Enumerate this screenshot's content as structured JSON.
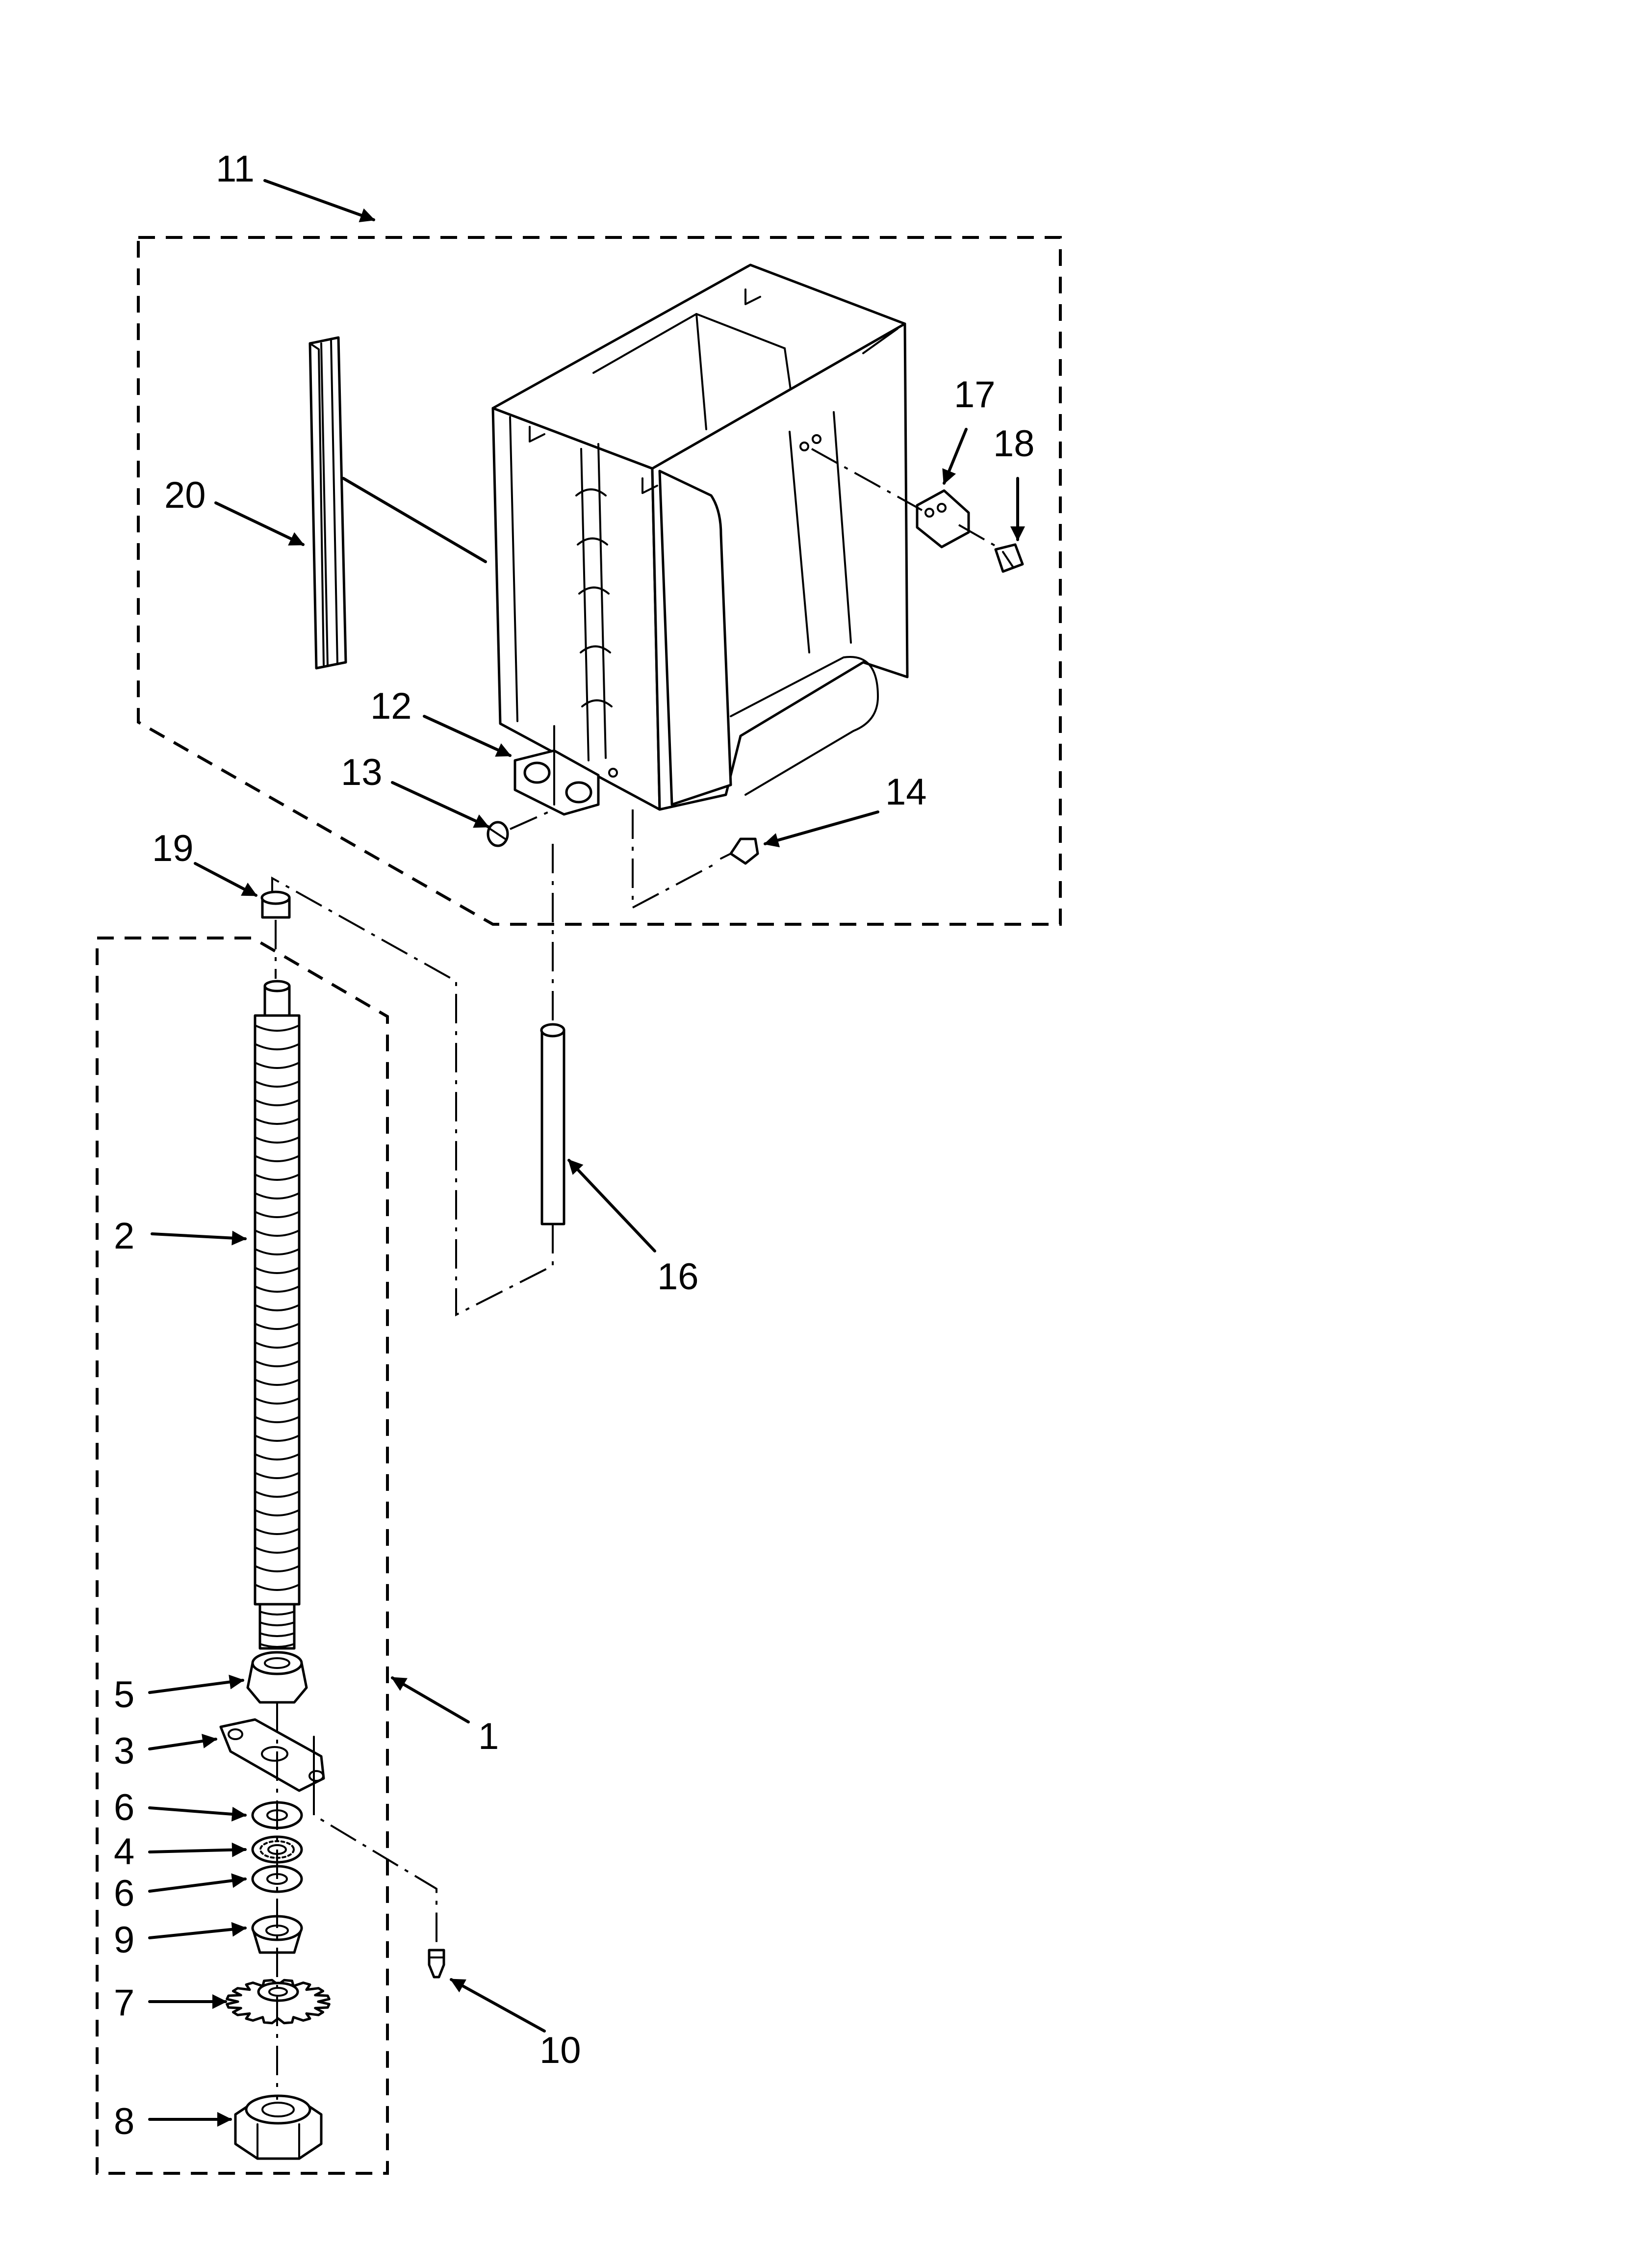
{
  "diagram": {
    "callouts": [
      {
        "id": "11",
        "label": "11"
      },
      {
        "id": "20",
        "label": "20"
      },
      {
        "id": "17",
        "label": "17"
      },
      {
        "id": "18",
        "label": "18"
      },
      {
        "id": "12",
        "label": "12"
      },
      {
        "id": "13",
        "label": "13"
      },
      {
        "id": "14",
        "label": "14"
      },
      {
        "id": "19",
        "label": "19"
      },
      {
        "id": "2",
        "label": "2"
      },
      {
        "id": "16",
        "label": "16"
      },
      {
        "id": "5",
        "label": "5"
      },
      {
        "id": "1",
        "label": "1"
      },
      {
        "id": "3",
        "label": "3"
      },
      {
        "id": "6a",
        "label": "6"
      },
      {
        "id": "4",
        "label": "4"
      },
      {
        "id": "6b",
        "label": "6"
      },
      {
        "id": "9",
        "label": "9"
      },
      {
        "id": "7",
        "label": "7"
      },
      {
        "id": "10",
        "label": "10"
      },
      {
        "id": "8",
        "label": "8"
      }
    ]
  }
}
